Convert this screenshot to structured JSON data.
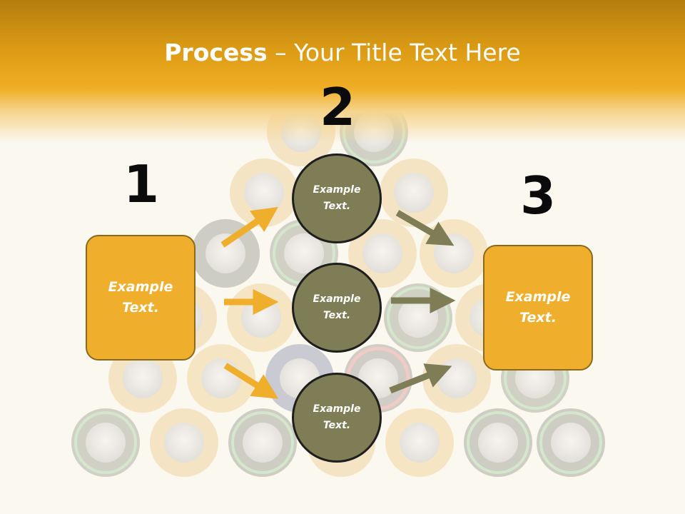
{
  "slide": {
    "title_bold": "Process",
    "title_rest": " – Your Title Text Here",
    "steps": [
      "1",
      "2",
      "3"
    ],
    "left_box": "Example\nText.",
    "right_box": "Example\nText.",
    "circles": [
      "Example\nText.",
      "Example\nText.",
      "Example\nText."
    ]
  },
  "colors": {
    "header_orange": "#efae25",
    "box_fill": "#f0ae2d",
    "circle_fill": "#7f7d55",
    "arrow_orange": "#f0ae2d",
    "arrow_olive": "#7f7d55",
    "background": "#fbf8f0"
  }
}
